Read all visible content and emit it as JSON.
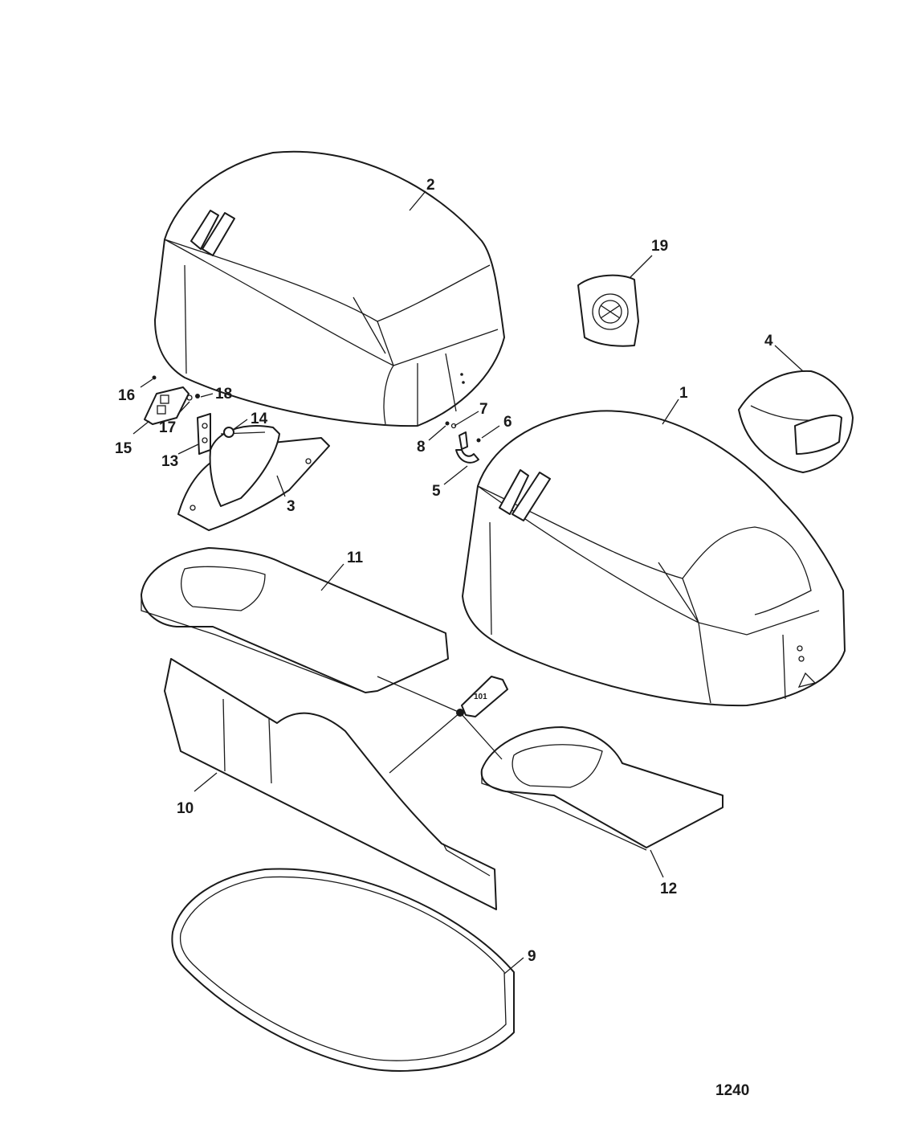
{
  "callouts": {
    "c1": "1",
    "c2": "2",
    "c3": "3",
    "c4": "4",
    "c5": "5",
    "c6": "6",
    "c7": "7",
    "c8": "8",
    "c9": "9",
    "c10": "10",
    "c11": "11",
    "c12": "12",
    "c13": "13",
    "c14": "14",
    "c15": "15",
    "c16": "16",
    "c17": "17",
    "c18": "18",
    "c19": "19"
  },
  "tube_label": "101",
  "figure_number": "1240"
}
